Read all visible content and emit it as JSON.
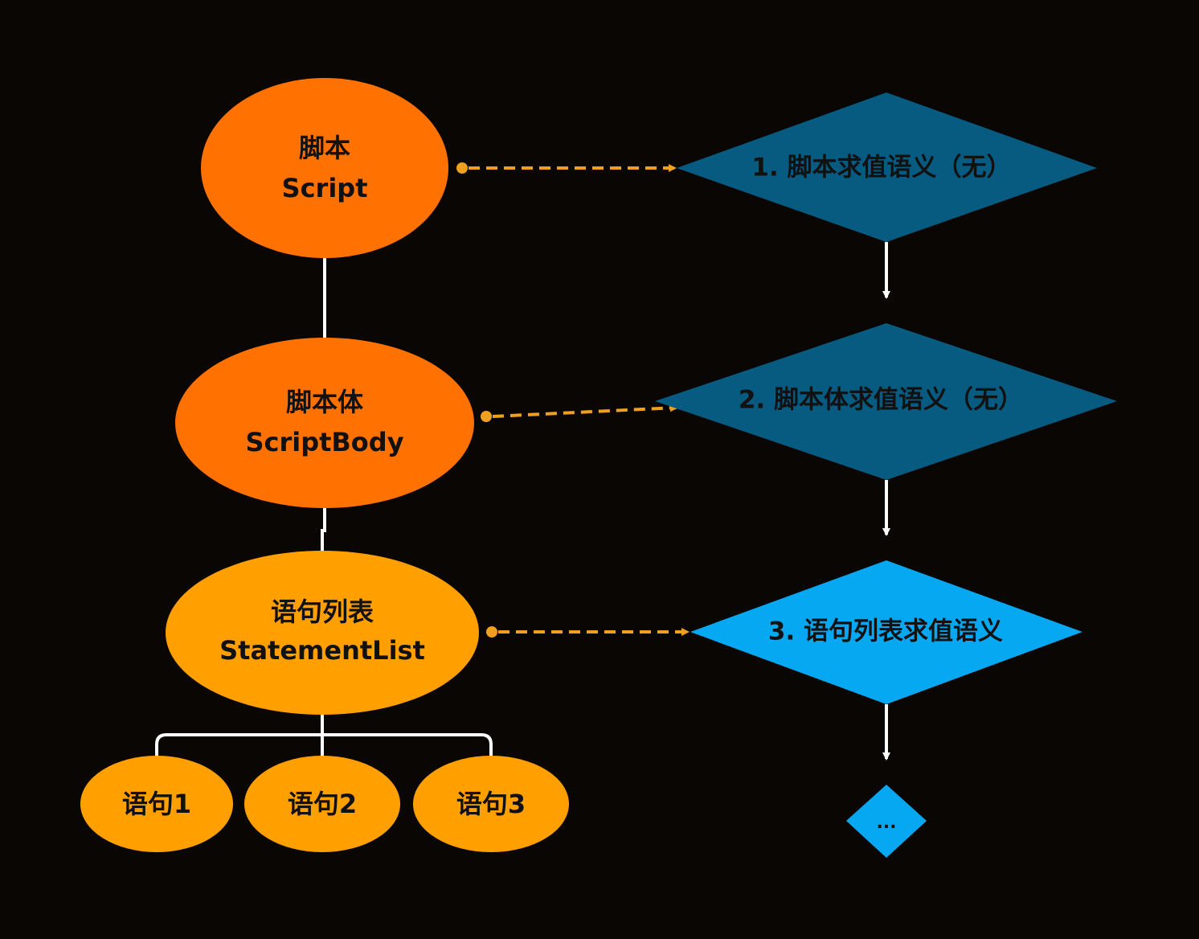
{
  "colors": {
    "background": "#0a0603",
    "orange_dark": "#ff7100",
    "orange_light": "#ffa000",
    "blue_dark": "#075a80",
    "blue_light": "#06a8f2",
    "connector_white": "#ffffff",
    "dashed_arrow": "#f0a020"
  },
  "tree": {
    "script": {
      "zh": "脚本",
      "en": "Script"
    },
    "script_body": {
      "zh": "脚本体",
      "en": "ScriptBody"
    },
    "statement_list": {
      "zh": "语句列表",
      "en": "StatementList"
    },
    "statements": [
      {
        "label": "语句1"
      },
      {
        "label": "语句2"
      },
      {
        "label": "语句3"
      }
    ]
  },
  "semantics": {
    "step1": "1. 脚本求值语义（无）",
    "step2": "2. 脚本体求值语义（无）",
    "step3": "3. 语句列表求值语义",
    "step_more": "..."
  }
}
